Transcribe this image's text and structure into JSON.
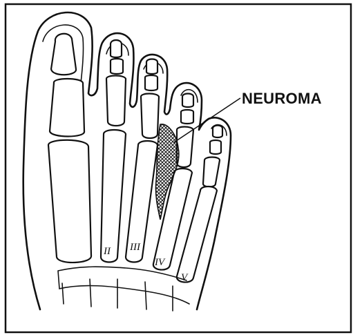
{
  "label": "NEUROMA",
  "metatarsal_numerals": [
    "II",
    "III",
    "IV",
    "V"
  ],
  "colors": {
    "ink": "#111111",
    "background": "#ffffff"
  }
}
